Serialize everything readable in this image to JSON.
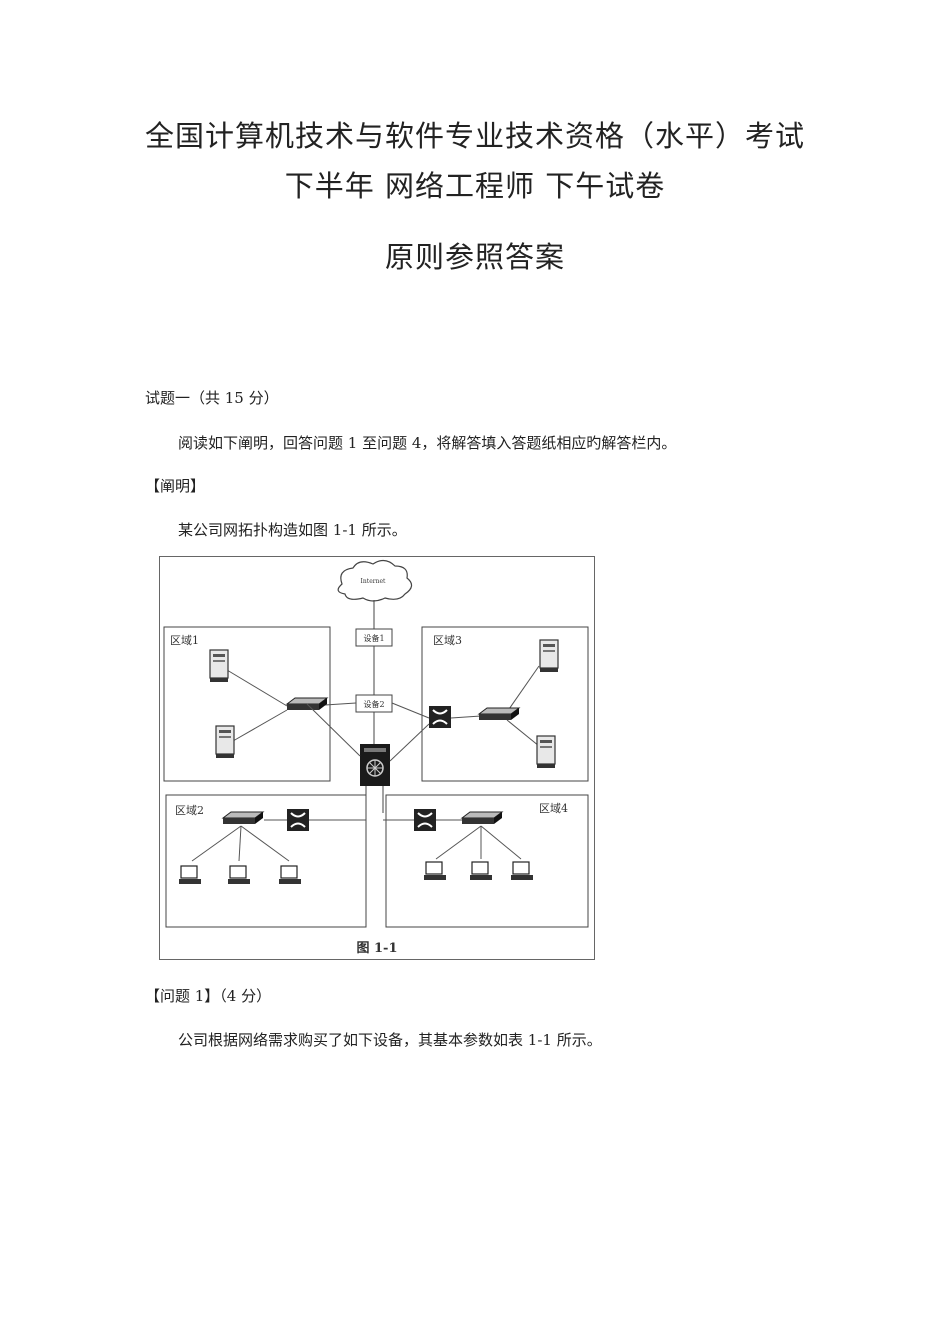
{
  "header": {
    "title_line1": "全国计算机技术与软件专业技术资格（水平）考试",
    "title_line2": "下半年  网络工程师  下午试卷",
    "title_line3": "原则参照答案"
  },
  "body": {
    "question_heading": "试题一（共 15 分）",
    "instruction": "阅读如下阐明，回答问题 1 至问题 4，将解答填入答题纸相应旳解答栏内。",
    "explanation_heading": "【阐明】",
    "topology_text": "某公司网拓扑构造如图 1-1 所示。",
    "question1_heading": "【问题 1】（4 分）",
    "question1_text": "公司根据网络需求购买了如下设备，其基本参数如表 1-1 所示。"
  },
  "figure": {
    "caption": "图 1-1",
    "cloud_label": "Internet",
    "device1_label": "设备1",
    "device2_label": "设备2",
    "zone1_label": "区域1",
    "zone2_label": "区域2",
    "zone3_label": "区域3",
    "zone4_label": "区域4"
  }
}
